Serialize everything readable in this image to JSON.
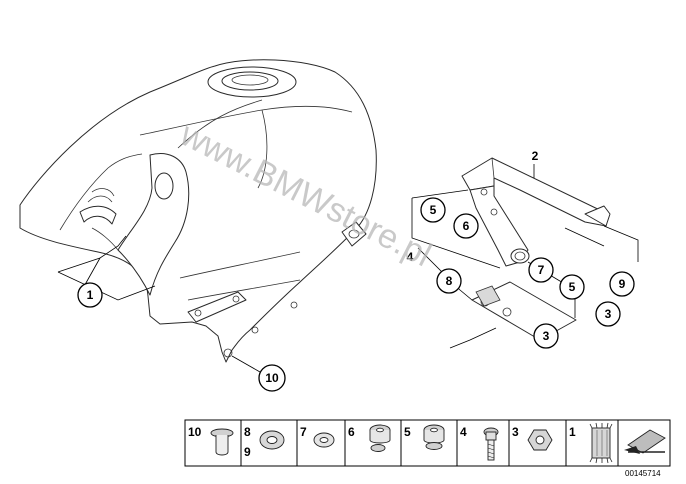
{
  "callouts": {
    "c1": "1",
    "c2": "2",
    "c3a": "3",
    "c3b": "3",
    "c4": "4",
    "c5a": "5",
    "c5b": "5",
    "c6": "6",
    "c7": "7",
    "c8": "8",
    "c9": "9",
    "c10": "10"
  },
  "legend": [
    {
      "label": "10",
      "sub": "",
      "icon": "bolt-head-icon"
    },
    {
      "label": "8",
      "sub": "9",
      "icon": "washer-icon"
    },
    {
      "label": "7",
      "sub": "",
      "icon": "flat-washer-icon"
    },
    {
      "label": "6",
      "sub": "",
      "icon": "rubber-bush-icon"
    },
    {
      "label": "5",
      "sub": "",
      "icon": "rubber-bush-icon"
    },
    {
      "label": "4",
      "sub": "",
      "icon": "hex-screw-icon"
    },
    {
      "label": "3",
      "sub": "",
      "icon": "hex-nut-icon"
    },
    {
      "label": "1",
      "sub": "",
      "icon": "grommet-icon"
    }
  ],
  "watermark": "www.BMWstore.pl",
  "diagram_id": "00145714"
}
